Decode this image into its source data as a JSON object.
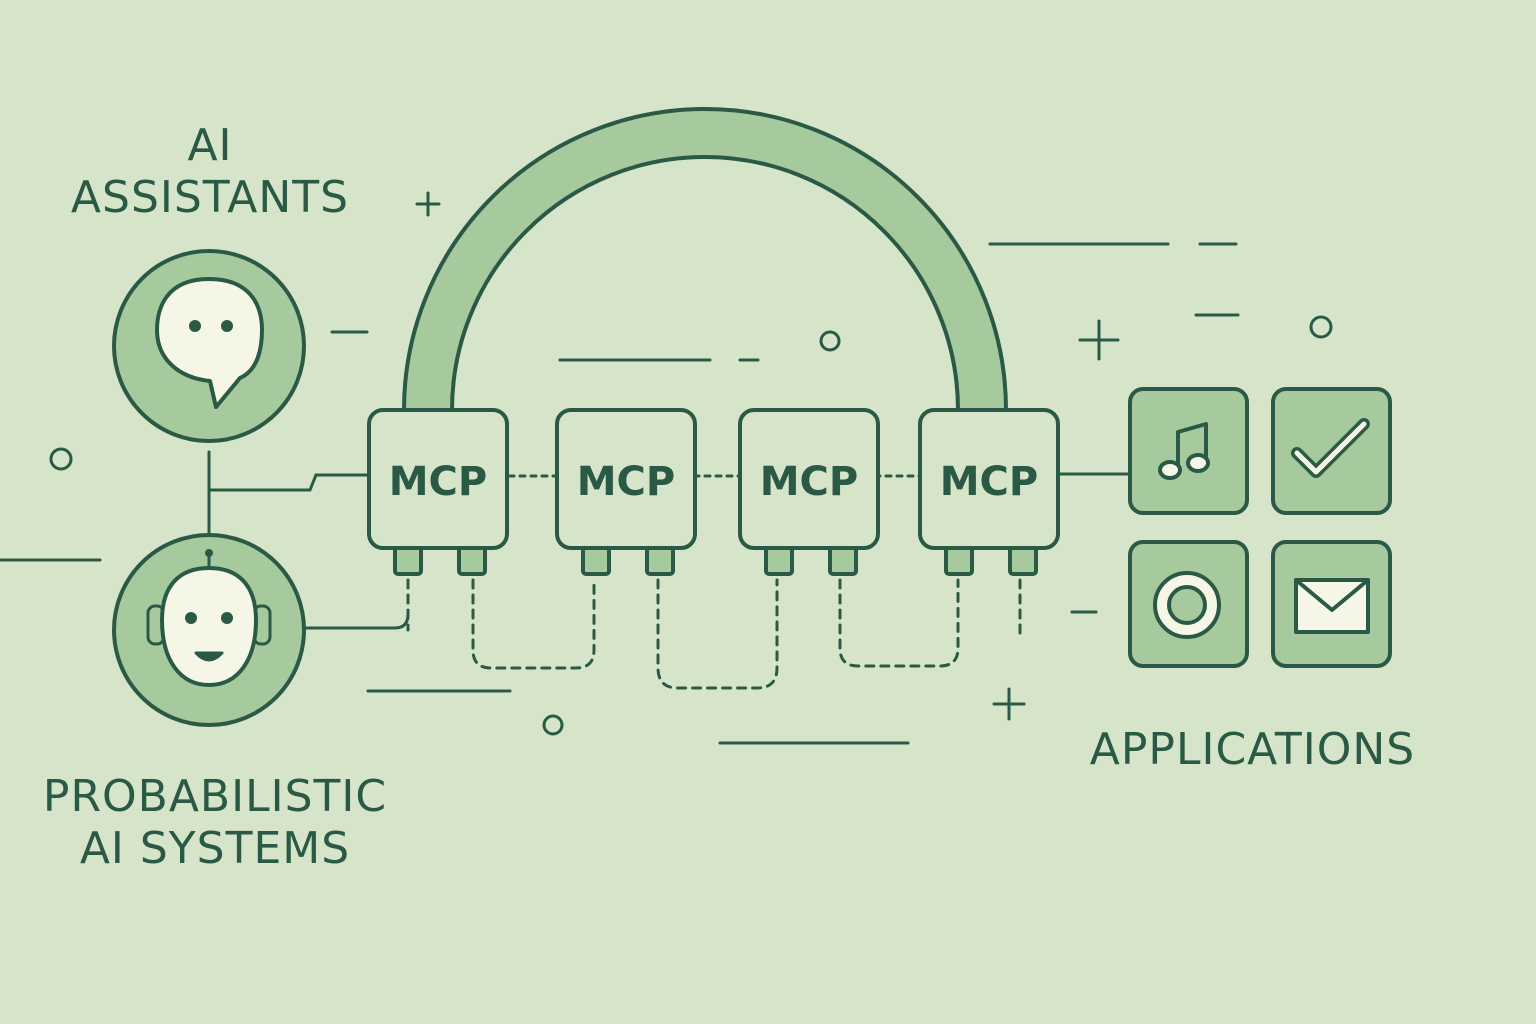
{
  "labels": {
    "ai_assistants_line1": "AI",
    "ai_assistants_line2": "ASSISTANTS",
    "probabilistic_line1": "PROBABILISTIC",
    "probabilistic_line2": "AI SYSTEMS",
    "applications": "APPLICATIONS"
  },
  "mcp_nodes": [
    "MCP",
    "MCP",
    "MCP",
    "MCP"
  ],
  "app_icons": [
    "music-note-icon",
    "checkmark-icon",
    "circle-record-icon",
    "envelope-icon"
  ],
  "agent_icons": [
    "chat-bubble-icon",
    "robot-face-icon"
  ],
  "colors": {
    "background": "#d6e5c9",
    "stroke": "#2a5a45",
    "fill": "#a6c99d",
    "icon_fill": "#f6f6e6"
  }
}
